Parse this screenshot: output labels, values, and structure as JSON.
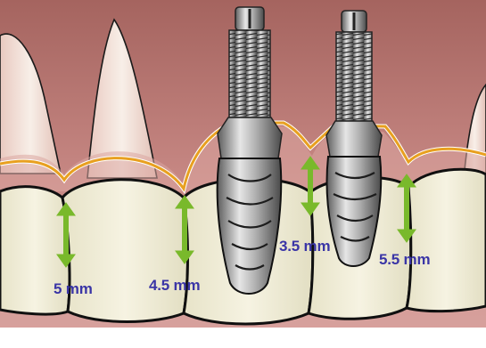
{
  "diagram": {
    "measurements": [
      {
        "id": "m1",
        "label": "5 mm"
      },
      {
        "id": "m2",
        "label": "4.5 mm"
      },
      {
        "id": "m3",
        "label": "3.5 mm"
      },
      {
        "id": "m4",
        "label": "5.5 mm"
      }
    ],
    "colors": {
      "gum": "#c98a86",
      "gum_dark": "#9c5a55",
      "background": "#c4817e",
      "bone_line": "#e8a020",
      "tooth": "#f2efdb",
      "tooth_outline": "#101010",
      "arrow": "#79b92b",
      "label": "#3a35a6",
      "implant_metal": "#9a9a9a"
    }
  }
}
